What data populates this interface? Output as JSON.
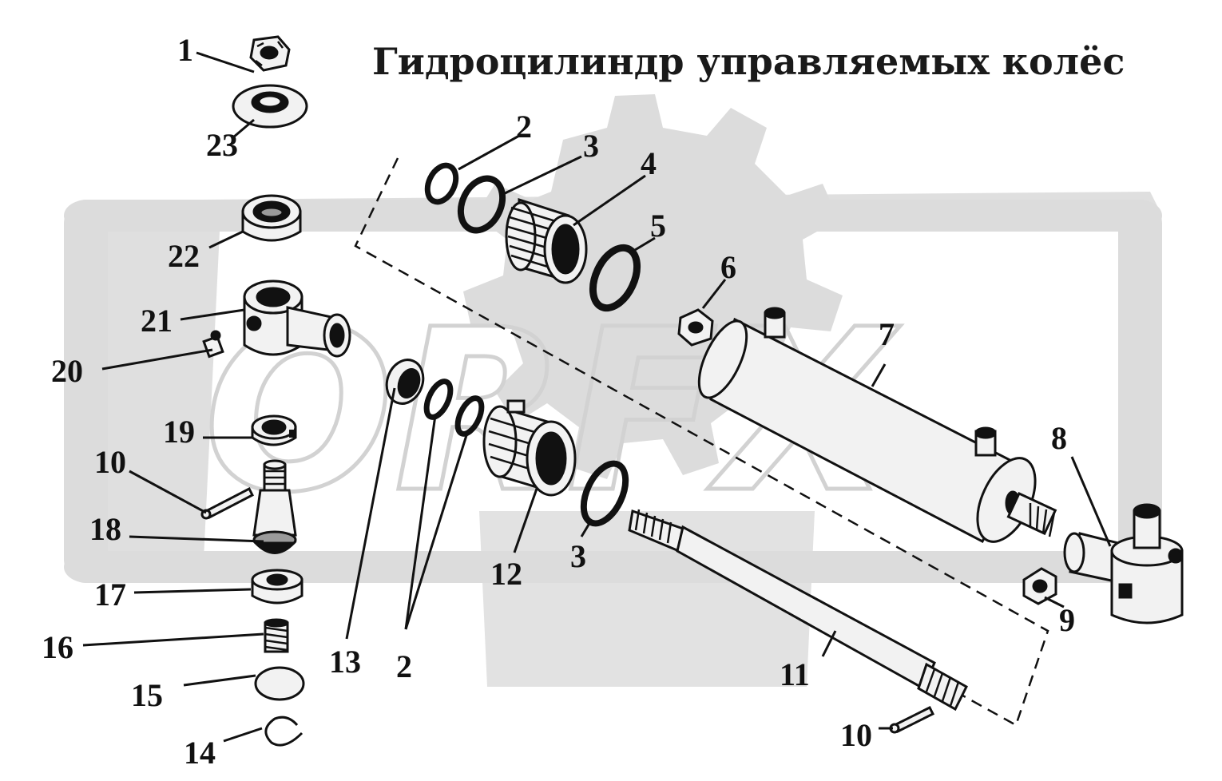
{
  "title": "Гидроцилиндр управляемых колёс",
  "watermark": "ORFX",
  "callouts": {
    "c1": "1",
    "c23": "23",
    "c22": "22",
    "c21": "21",
    "c20": "20",
    "c19": "19",
    "c10a": "10",
    "c18": "18",
    "c17": "17",
    "c16": "16",
    "c15": "15",
    "c14": "14",
    "c13": "13",
    "c2a": "2",
    "c2b": "2",
    "c3a": "3",
    "c4": "4",
    "c5": "5",
    "c12": "12",
    "c3b": "3",
    "c6": "6",
    "c7": "7",
    "c8": "8",
    "c9": "9",
    "c11": "11",
    "c10b": "10"
  },
  "colors": {
    "ink": "#111111",
    "watermark": "#dcdcdc",
    "background": "#ffffff"
  }
}
